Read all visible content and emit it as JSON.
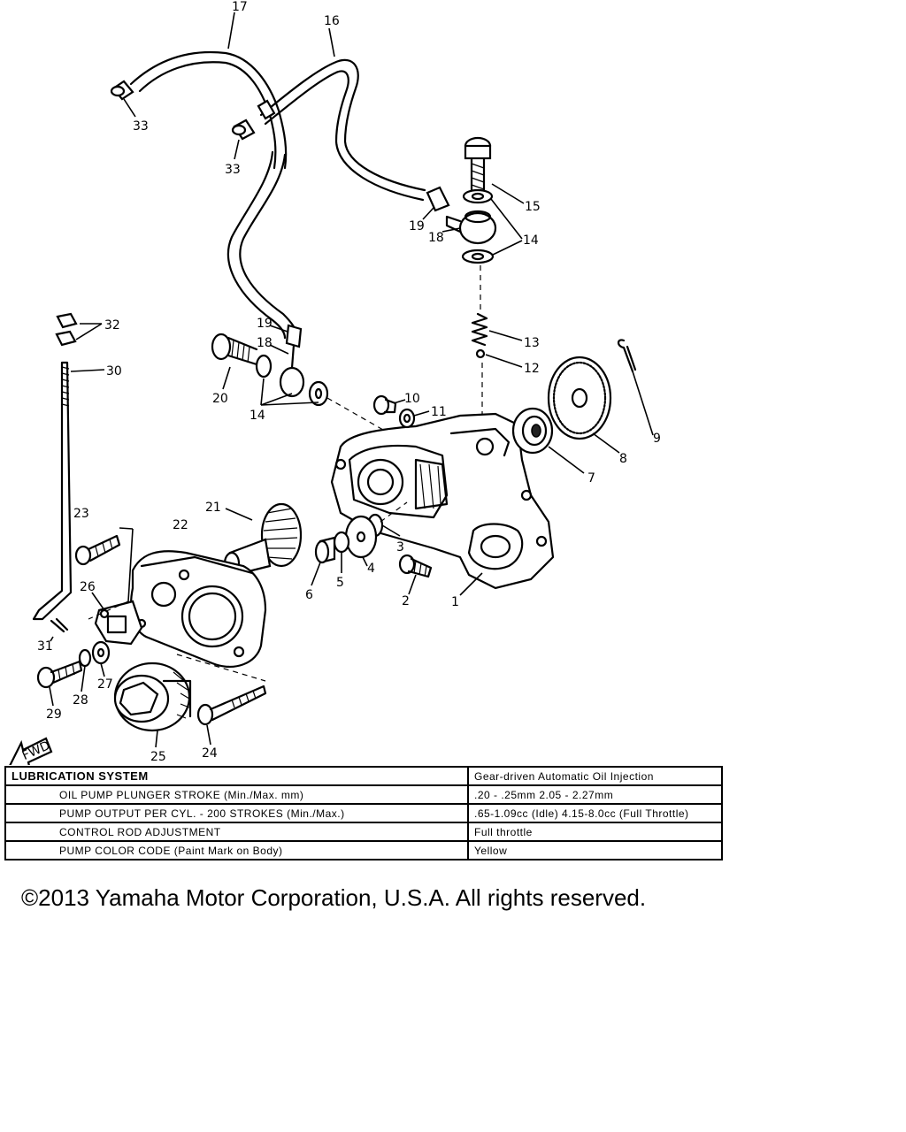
{
  "diagram": {
    "callouts": {
      "c1": "1",
      "c2": "2",
      "c3": "3",
      "c4": "4",
      "c5": "5",
      "c6": "6",
      "c7": "7",
      "c8": "8",
      "c9": "9",
      "c10": "10",
      "c11": "11",
      "c12": "12",
      "c13": "13",
      "c14a": "14",
      "c14b": "14",
      "c15": "15",
      "c16": "16",
      "c17": "17",
      "c18a": "18",
      "c18b": "18",
      "c19a": "19",
      "c19b": "19",
      "c20": "20",
      "c21": "21",
      "c22": "22",
      "c23": "23",
      "c24": "24",
      "c25": "25",
      "c26": "26",
      "c27": "27",
      "c28": "28",
      "c29": "29",
      "c30": "30",
      "c31": "31",
      "c32": "32",
      "c33a": "33",
      "c33b": "33"
    },
    "fwd_label": "FWD"
  },
  "spec_table": {
    "title": "LUBRICATION SYSTEM",
    "title_value": "Gear-driven Automatic Oil Injection",
    "rows": [
      {
        "param": "OIL PUMP PLUNGER STROKE (Min./Max. mm)",
        "value": ".20 - .25mm          2.05 - 2.27mm"
      },
      {
        "param": "PUMP OUTPUT PER CYL. - 200 STROKES (Min./Max.)",
        "value": ".65-1.09cc (Idle) 4.15-8.0cc (Full Throttle)"
      },
      {
        "param": "CONTROL ROD ADJUSTMENT",
        "value": "Full throttle"
      },
      {
        "param": "PUMP COLOR CODE (Paint Mark on Body)",
        "value": "Yellow"
      }
    ]
  },
  "copyright": "©2013 Yamaha Motor Corporation, U.S.A. All rights reserved."
}
